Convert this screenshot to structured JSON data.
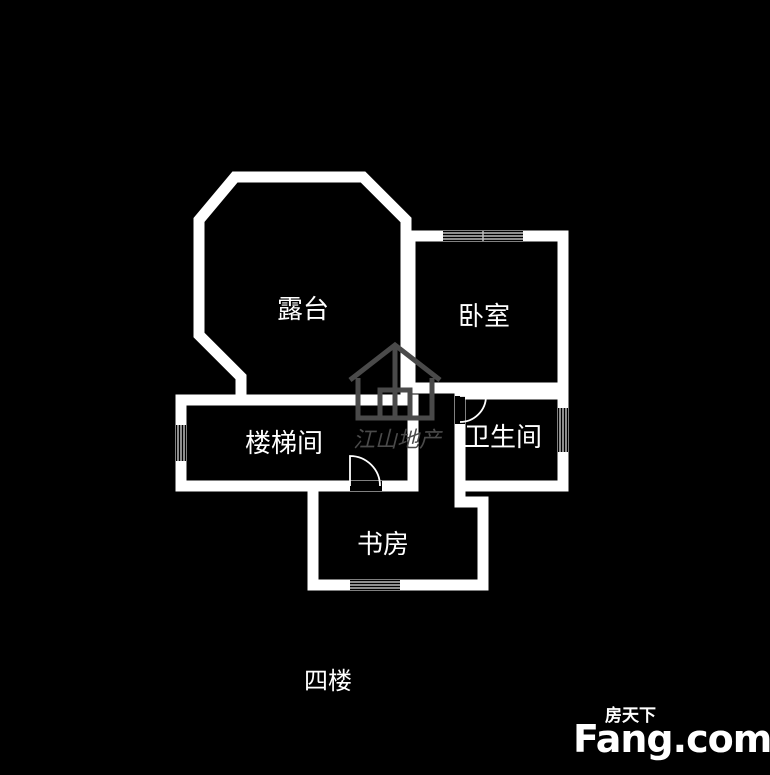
{
  "rooms": {
    "terrace": "露台",
    "bedroom": "卧室",
    "stairwell": "楼梯间",
    "bathroom": "卫生间",
    "study": "书房"
  },
  "floor_label": "四楼",
  "watermark": {
    "text": "江山地产"
  },
  "brand": {
    "cn": "房天下",
    "en": "Fang.com"
  },
  "colors": {
    "background": "#000000",
    "wall": "#ffffff",
    "watermark": "#4a4a4a",
    "window": "#bdbdbd"
  }
}
